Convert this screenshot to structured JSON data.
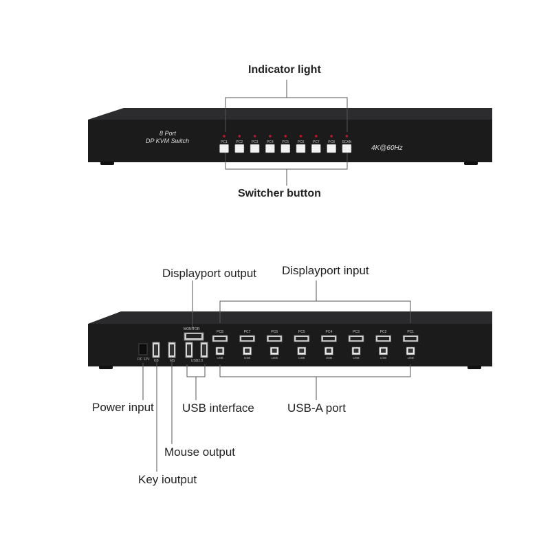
{
  "front": {
    "model_line1": "8 Port",
    "model_line2": "DP KVM Switch",
    "resolution": "4K@60Hz",
    "ports": [
      "PC1",
      "PC2",
      "PC3",
      "PC4",
      "PC5",
      "PC6",
      "PC7",
      "PC8",
      "SCAN"
    ],
    "callout_top": "Indicator light",
    "callout_bottom": "Switcher button"
  },
  "back": {
    "dc_label": "DC 12V",
    "monitor_label": "MONITOR",
    "kb_label": "KB",
    "ms_label": "MS",
    "usb20_label": "USB2.0",
    "pc_ports": [
      "PC8",
      "PC7",
      "PC6",
      "PC5",
      "PC4",
      "PC3",
      "PC2",
      "PC1"
    ],
    "usb_label": "USB",
    "callouts": {
      "displayport_output": "Displayport output",
      "displayport_input": "Displayport input",
      "power_input": "Power input",
      "usb_interface": "USB interface",
      "usb_a_port": "USB-A port",
      "mouse_output": "Mouse output",
      "key_output": "Key ioutput"
    }
  },
  "colors": {
    "chassis": "#1b1b1c",
    "chassis_top": "#2c2c2e",
    "button": "#f2f2f2",
    "led": "#c2162a",
    "callout_line": "#555555"
  }
}
